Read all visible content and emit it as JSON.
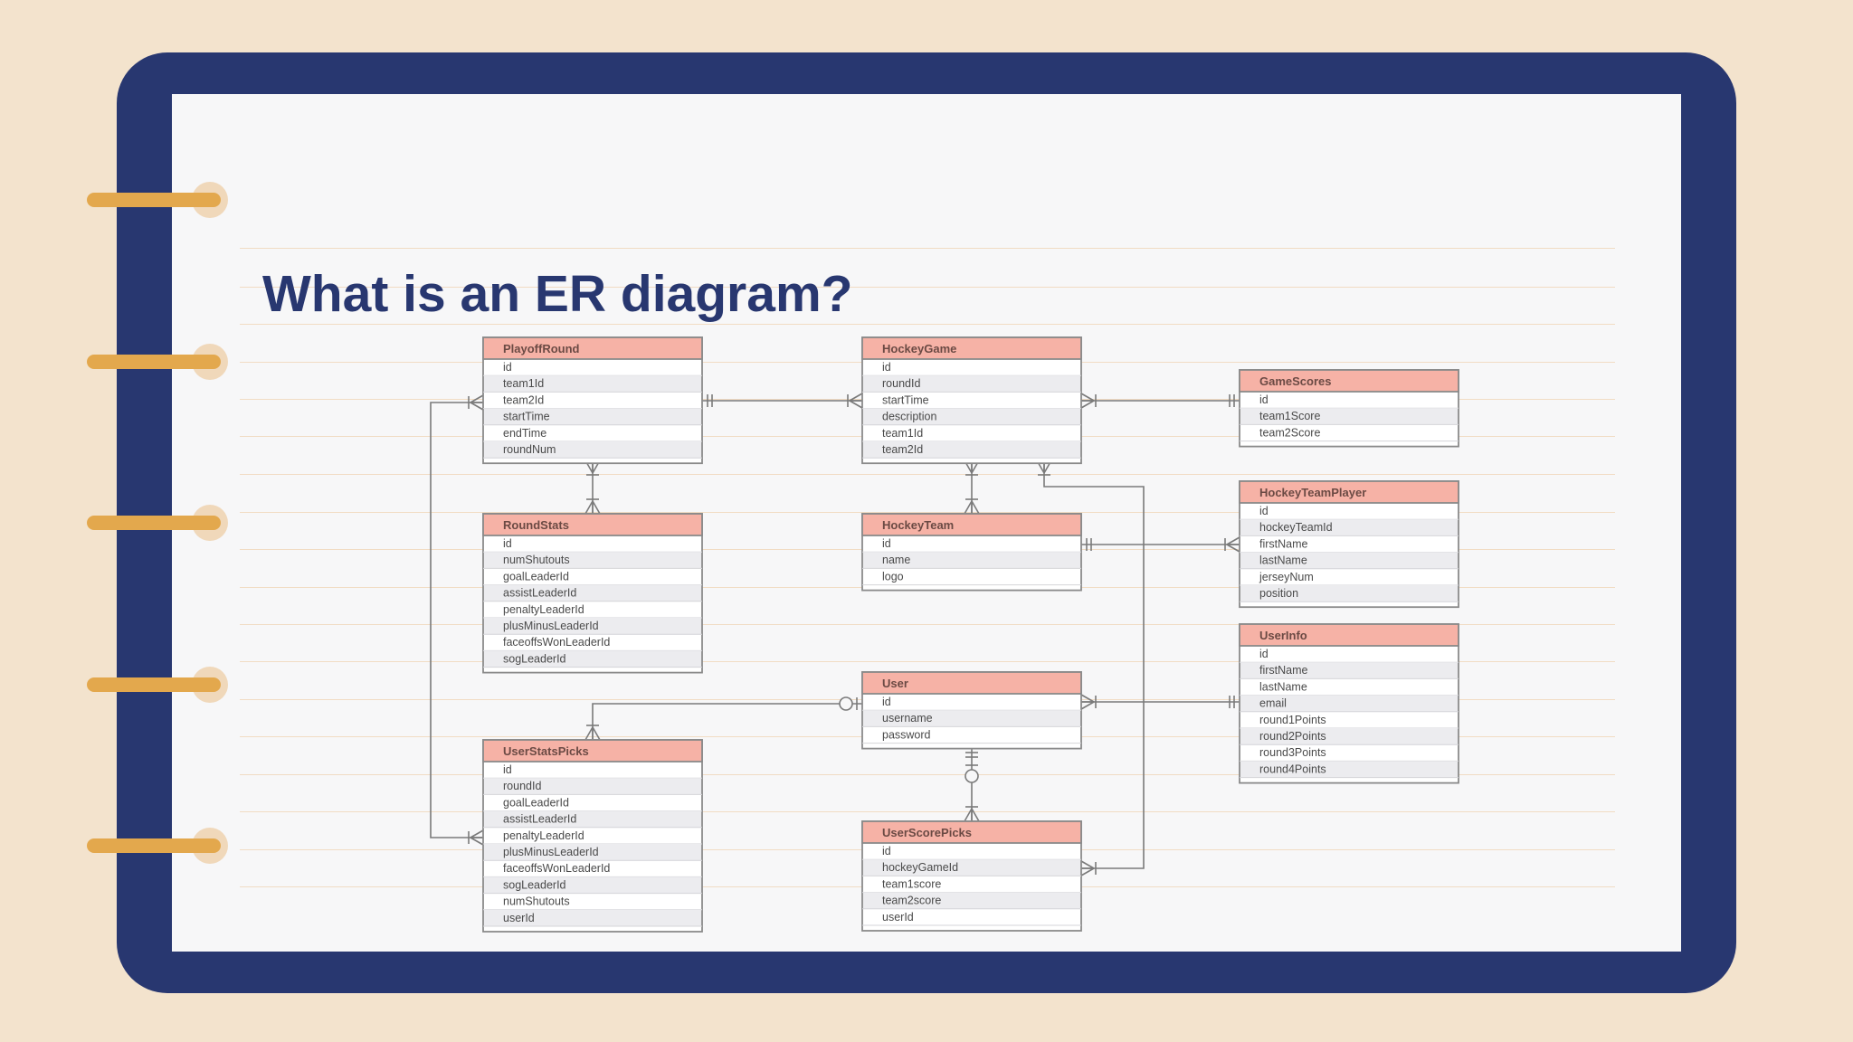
{
  "slide": {
    "title": "What is an ER diagram?"
  },
  "colors": {
    "frame": "#283770",
    "page": "#f7f7f8",
    "background": "#f3e3cd",
    "ring": "#e3a84d",
    "entity_header": "#f6b2a6",
    "line": "#7a7a7a"
  },
  "diagram": {
    "entities": [
      {
        "name": "PlayoffRound",
        "fields": [
          "id",
          "team1Id",
          "team2Id",
          "startTime",
          "endTime",
          "roundNum"
        ]
      },
      {
        "name": "HockeyGame",
        "fields": [
          "id",
          "roundId",
          "startTime",
          "description",
          "team1Id",
          "team2Id"
        ]
      },
      {
        "name": "GameScores",
        "fields": [
          "id",
          "team1Score",
          "team2Score"
        ]
      },
      {
        "name": "RoundStats",
        "fields": [
          "id",
          "numShutouts",
          "goalLeaderId",
          "assistLeaderId",
          "penaltyLeaderId",
          "plusMinusLeaderId",
          "faceoffsWonLeaderId",
          "sogLeaderId"
        ]
      },
      {
        "name": "HockeyTeam",
        "fields": [
          "id",
          "name",
          "logo"
        ]
      },
      {
        "name": "HockeyTeamPlayer",
        "fields": [
          "id",
          "hockeyTeamId",
          "firstName",
          "lastName",
          "jerseyNum",
          "position"
        ]
      },
      {
        "name": "UserInfo",
        "fields": [
          "id",
          "firstName",
          "lastName",
          "email",
          "round1Points",
          "round2Points",
          "round3Points",
          "round4Points"
        ]
      },
      {
        "name": "User",
        "fields": [
          "id",
          "username",
          "password"
        ]
      },
      {
        "name": "UserStatsPicks",
        "fields": [
          "id",
          "roundId",
          "goalLeaderId",
          "assistLeaderId",
          "penaltyLeaderId",
          "plusMinusLeaderId",
          "faceoffsWonLeaderId",
          "sogLeaderId",
          "numShutouts",
          "userId"
        ]
      },
      {
        "name": "UserScorePicks",
        "fields": [
          "id",
          "hockeyGameId",
          "team1score",
          "team2score",
          "userId"
        ]
      }
    ]
  }
}
